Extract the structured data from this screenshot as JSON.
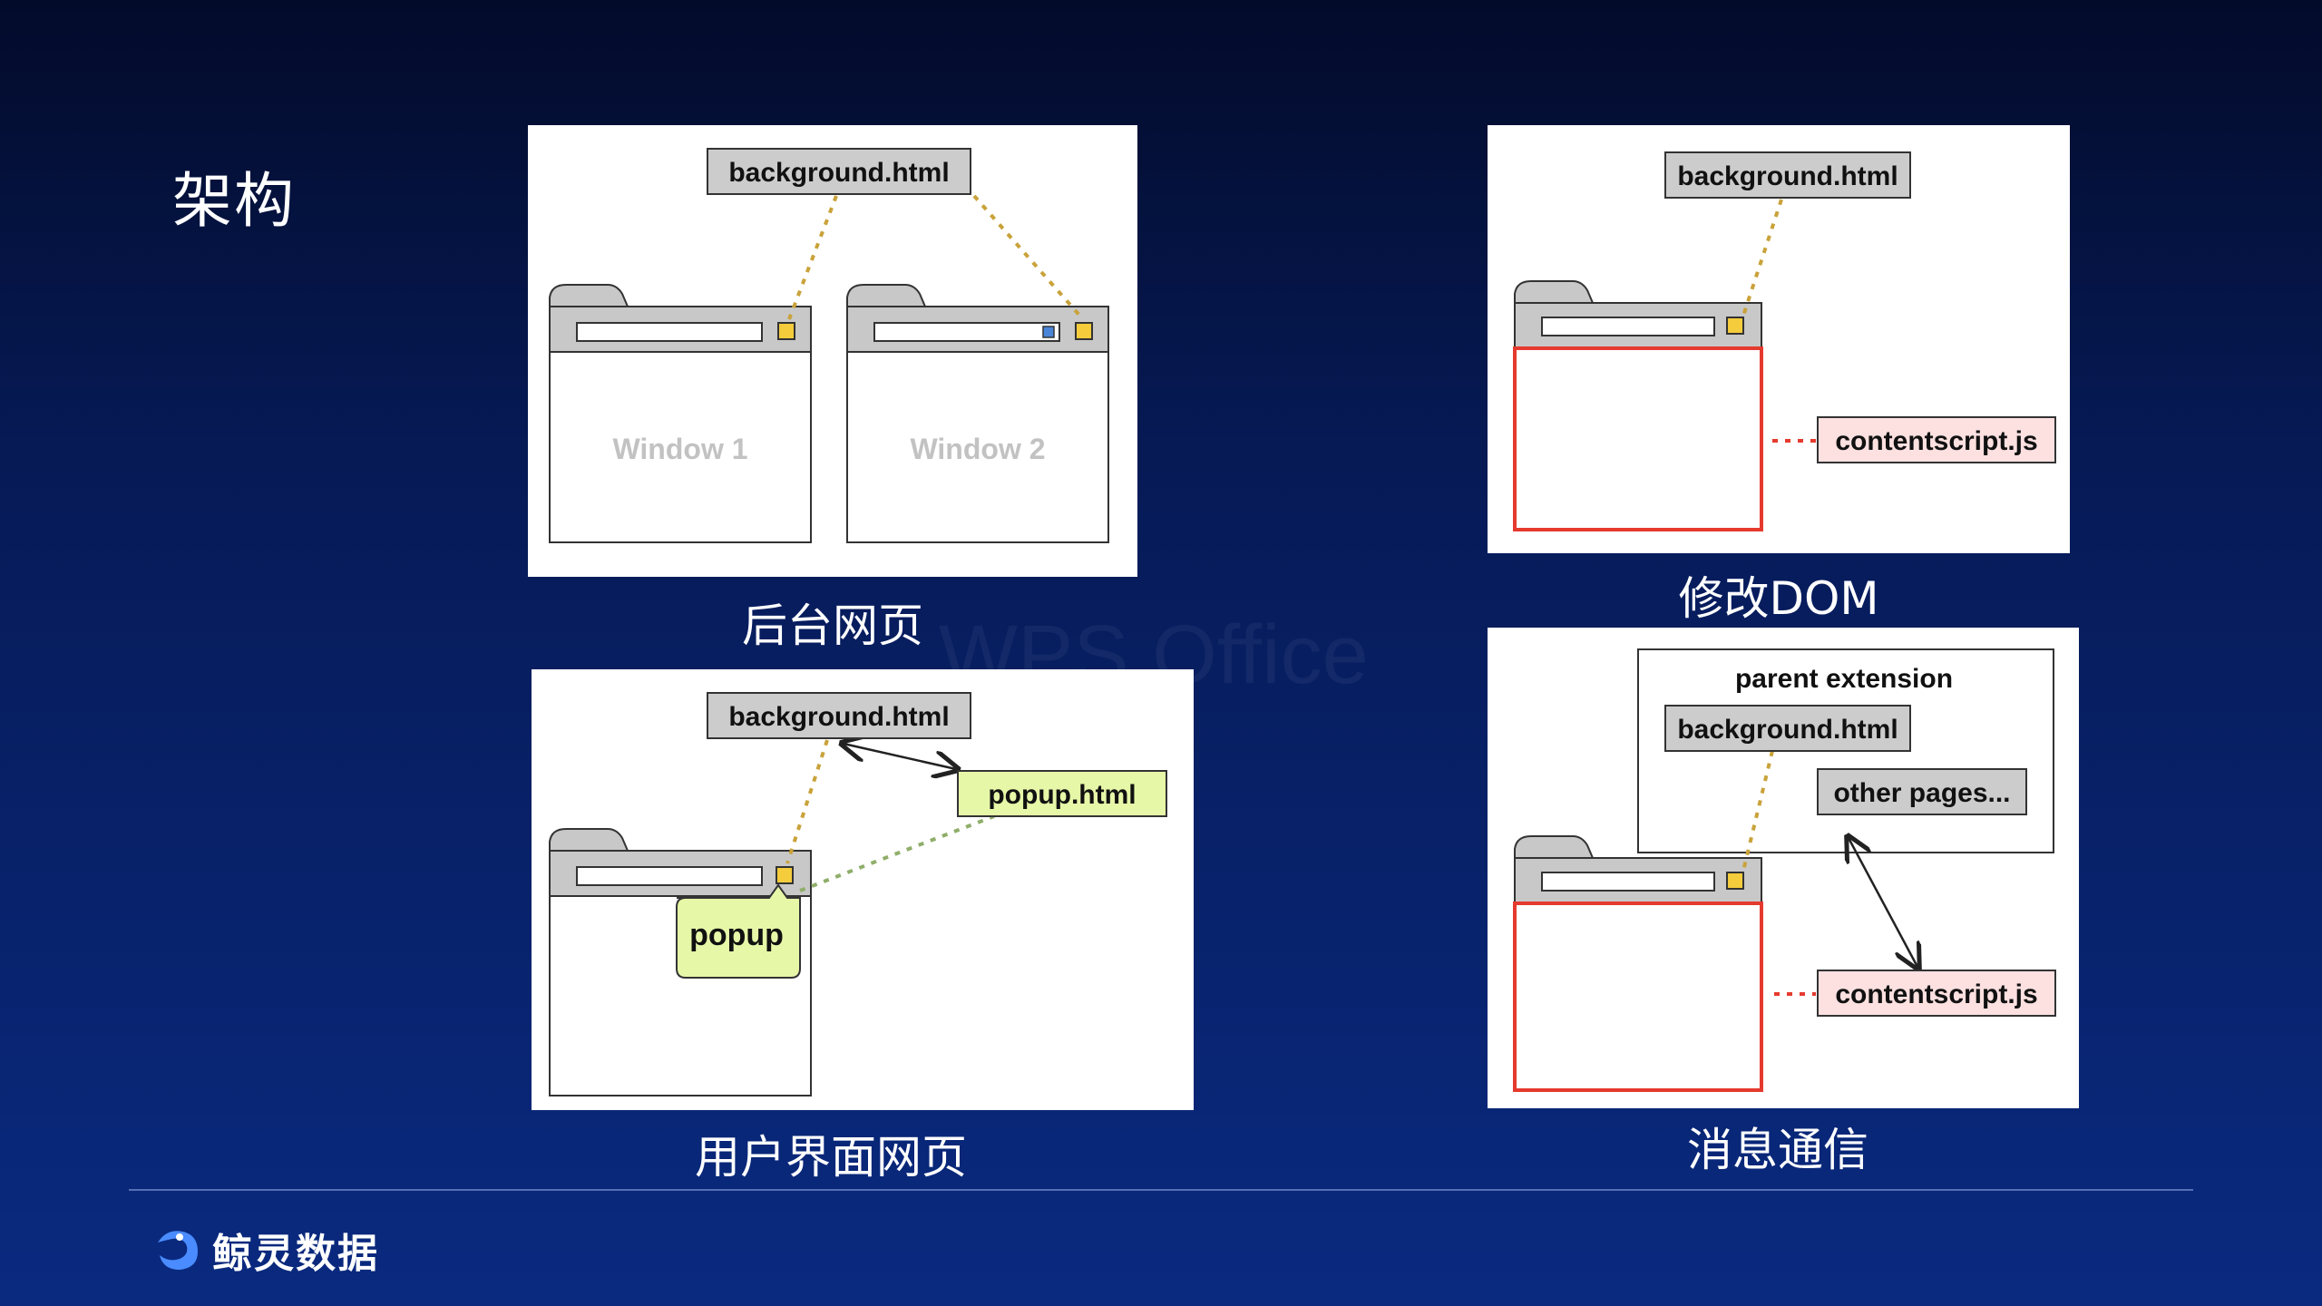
{
  "slide": {
    "title": "架构"
  },
  "panels": {
    "background_page": {
      "background_box": "background.html",
      "window1": "Window 1",
      "window2": "Window 2",
      "caption": "后台网页"
    },
    "modify_dom": {
      "background_box": "background.html",
      "content_script": "contentscript.js",
      "caption": "修改DOM"
    },
    "ui_page": {
      "background_box": "background.html",
      "popup_file": "popup.html",
      "popup_label": "popup",
      "caption": "用户界面网页"
    },
    "messaging": {
      "parent_label": "parent extension",
      "background_box": "background.html",
      "other_pages": "other pages...",
      "content_script": "contentscript.js",
      "caption": "消息通信"
    }
  },
  "watermark": "WPS Office",
  "footer": {
    "logo_text": "鲸灵数据"
  },
  "colors": {
    "box_gray": "#cccccc",
    "browser_chrome": "#c8c8c8",
    "icon_yellow": "#f4cc3c",
    "icon_blue": "#4a86d8",
    "content_red": "#e53a2e",
    "content_pink": "#fde0e0",
    "popup_green": "#e6f7a8",
    "line_gold": "#c9a23a",
    "line_green": "#8fae6a"
  }
}
